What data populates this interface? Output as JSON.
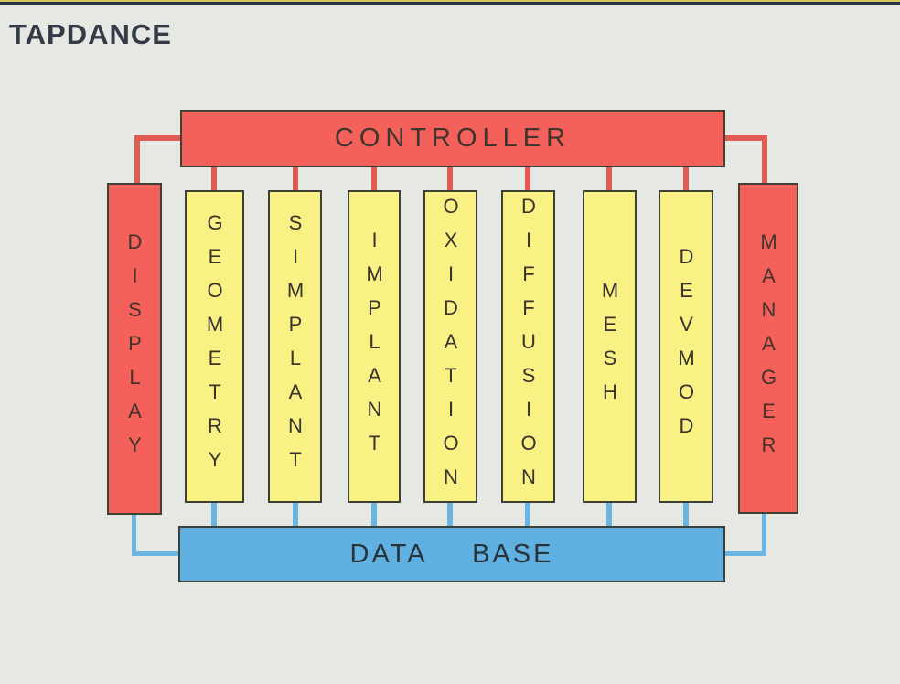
{
  "page": {
    "title": "TAPDANCE"
  },
  "colors": {
    "background": "#e6e8e3",
    "red_box": "#f4605a",
    "yellow_box": "#f9f183",
    "blue_box": "#60b1e2",
    "box_border": "#3e4034",
    "red_connector": "#e05b54",
    "blue_connector": "#6cb4e2",
    "title_text": "#323b46",
    "label_text": "#38342c"
  },
  "diagram": {
    "controller": {
      "label": "CONTROLLER"
    },
    "display": {
      "label": "DISPLAY"
    },
    "manager": {
      "label": "MANAGER"
    },
    "database": {
      "label": "DATA  BASE"
    },
    "modules": [
      {
        "id": "geometry",
        "label": "GEOMETRY"
      },
      {
        "id": "simplant",
        "label": "SIMPLANT"
      },
      {
        "id": "implant",
        "label": "IMPLANT"
      },
      {
        "id": "oxidation",
        "label": "OXIDATION"
      },
      {
        "id": "diffusion",
        "label": "DIFFUSION"
      },
      {
        "id": "mesh",
        "label": "MESH"
      },
      {
        "id": "devmod",
        "label": "DEVMOD"
      }
    ]
  }
}
